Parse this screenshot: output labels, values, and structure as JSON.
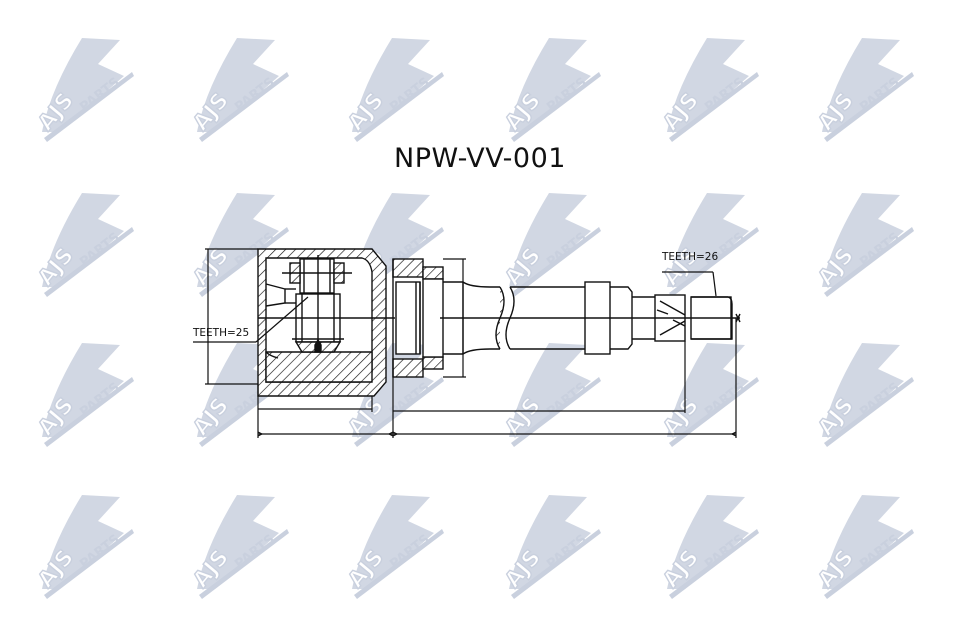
{
  "drawing": {
    "part_number": "NPW-VV-001",
    "inner_label": "TEETH=25",
    "outer_label": "TEETH=26"
  },
  "watermark": {
    "brand_main": "AJS",
    "brand_sub": "PARTS",
    "color": "#c9d0de",
    "columns": [
      85,
      240,
      395,
      552,
      710,
      865
    ],
    "rows": [
      85,
      240,
      390,
      542
    ]
  },
  "colors": {
    "line": "#111111",
    "background": "#ffffff"
  }
}
